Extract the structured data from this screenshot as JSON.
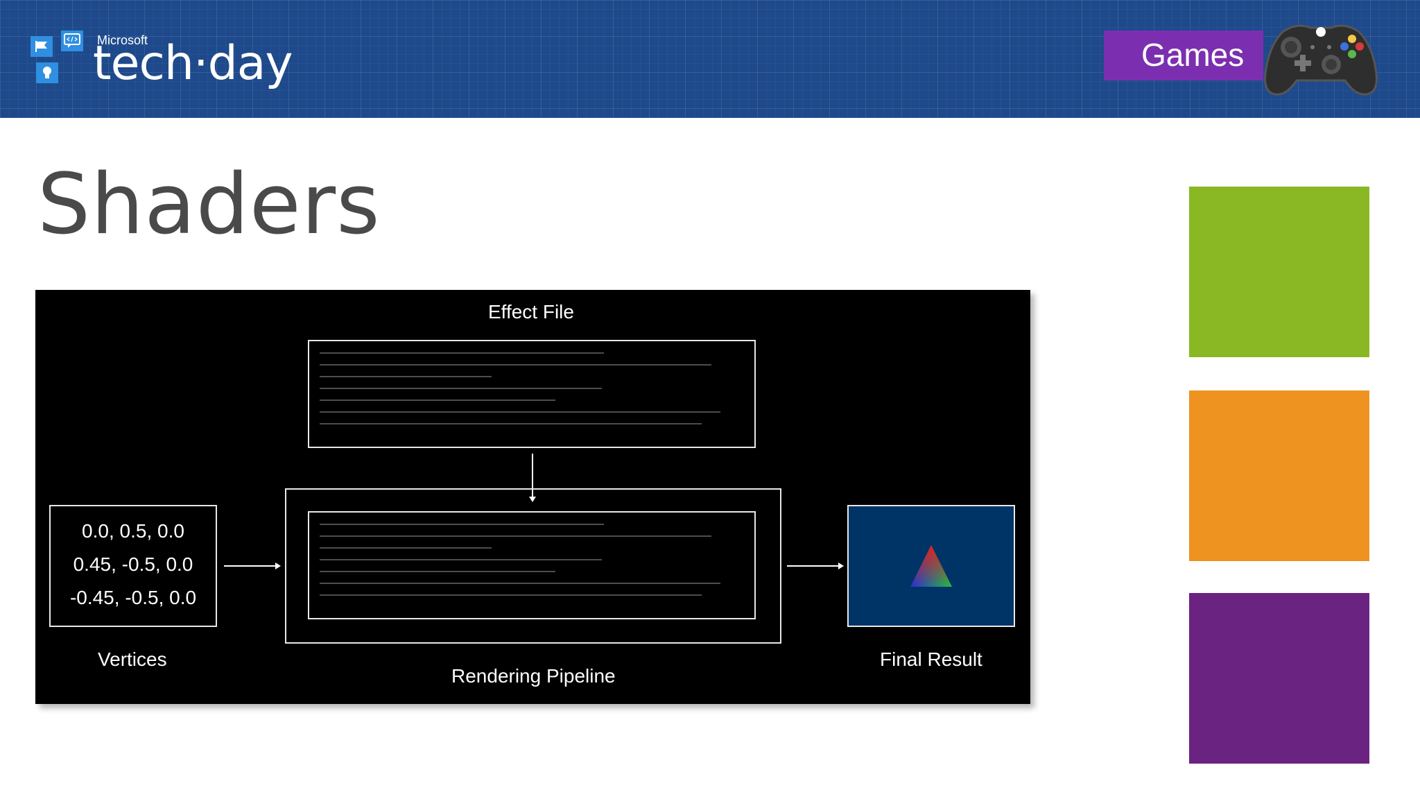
{
  "header": {
    "brand_company": "Microsoft",
    "brand_name": "tech·day",
    "category_label": "Games",
    "category_color": "#7b2fb0",
    "banner_color": "#1e4a8c",
    "icons": [
      "flag-icon",
      "code-bubble-icon",
      "lightbulb-icon",
      "game-controller-icon"
    ]
  },
  "slide": {
    "title": "Shaders"
  },
  "diagram": {
    "effect_file_label": "Effect File",
    "pipeline_label": "Rendering Pipeline",
    "vertices_label": "Vertices",
    "final_result_label": "Final Result",
    "vertices": [
      "0.0, 0.5, 0.0",
      "0.45, -0.5, 0.0",
      "-0.45, -0.5, 0.0"
    ],
    "result_background": "#003366"
  },
  "side_tiles": {
    "colors": [
      "#8ab824",
      "#ee9320",
      "#6b2381"
    ]
  }
}
